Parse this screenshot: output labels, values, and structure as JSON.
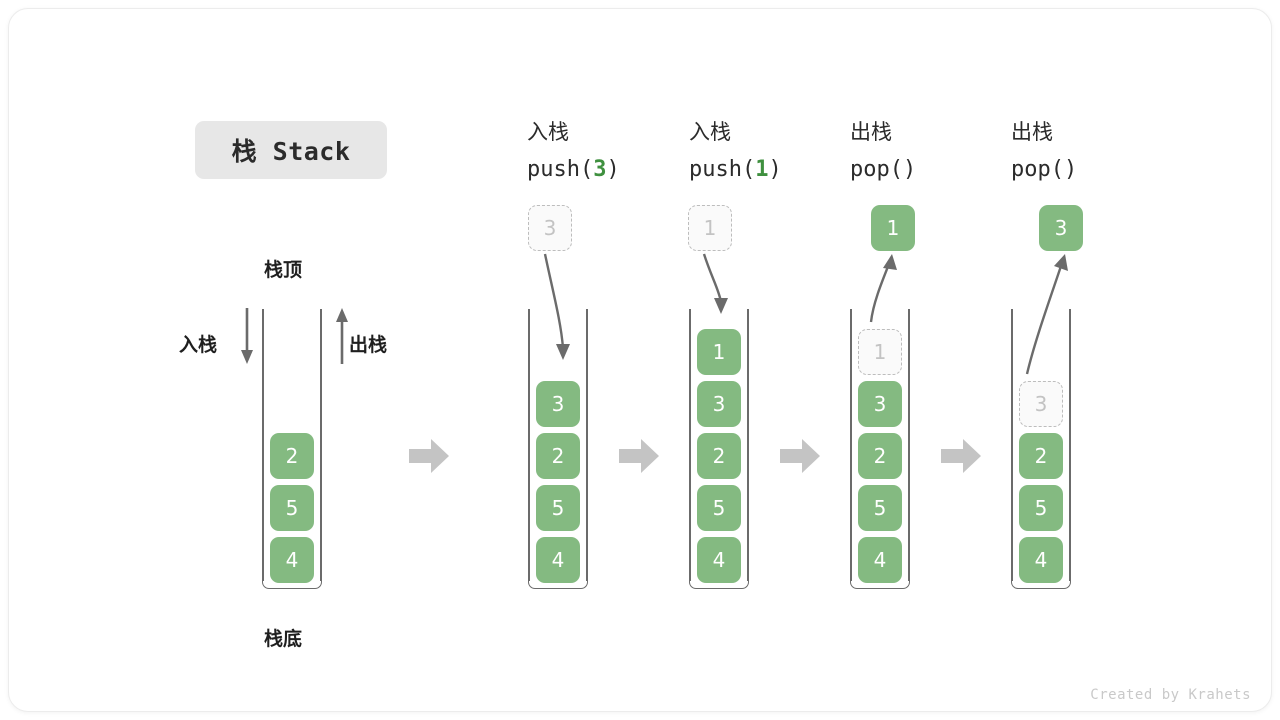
{
  "title": {
    "text": "栈 Stack"
  },
  "labels": {
    "top": "栈顶",
    "bottom": "栈底",
    "push": "入栈",
    "pop": "出栈"
  },
  "colors": {
    "element_green": "#84ba81",
    "ghost_border": "#bdbdbd",
    "ghost_text": "#c3c3c3",
    "arrow_gray": "#6b6b6b",
    "separator_gray": "#c4c4c4",
    "badge_bg": "#e7e7e7",
    "code_arg_green": "#3f903f"
  },
  "steps": [
    {
      "id": "initial",
      "op_label": "",
      "op_code": "",
      "op_arg": "",
      "floating": null,
      "stack": [
        "2",
        "5",
        "4"
      ],
      "ghost_in_stack": null,
      "side_labels": {
        "left": "入栈",
        "right": "出栈"
      }
    },
    {
      "id": "push-3",
      "op_label": "入栈",
      "op_code_prefix": "push(",
      "op_arg": "3",
      "op_code_suffix": ")",
      "floating": {
        "value": "3",
        "style": "ghost"
      },
      "stack": [
        "3",
        "2",
        "5",
        "4"
      ],
      "ghost_in_stack": null
    },
    {
      "id": "push-1",
      "op_label": "入栈",
      "op_code_prefix": "push(",
      "op_arg": "1",
      "op_code_suffix": ")",
      "floating": {
        "value": "1",
        "style": "ghost"
      },
      "stack": [
        "1",
        "3",
        "2",
        "5",
        "4"
      ],
      "ghost_in_stack": null
    },
    {
      "id": "pop-1",
      "op_label": "出栈",
      "op_code_prefix": "pop(",
      "op_arg": "",
      "op_code_suffix": ")",
      "floating": {
        "value": "1",
        "style": "solid"
      },
      "stack": [
        "3",
        "2",
        "5",
        "4"
      ],
      "ghost_in_stack": {
        "value": "1",
        "slot": 0
      }
    },
    {
      "id": "pop-3",
      "op_label": "出栈",
      "op_code_prefix": "pop(",
      "op_arg": "",
      "op_code_suffix": ")",
      "floating": {
        "value": "3",
        "style": "solid"
      },
      "stack": [
        "2",
        "5",
        "4"
      ],
      "ghost_in_stack": {
        "value": "3",
        "slot": 1
      }
    }
  ],
  "separators": {
    "count": 4,
    "icon": "right-arrow-icon"
  },
  "footer": {
    "credit": "Created by Krahets"
  }
}
